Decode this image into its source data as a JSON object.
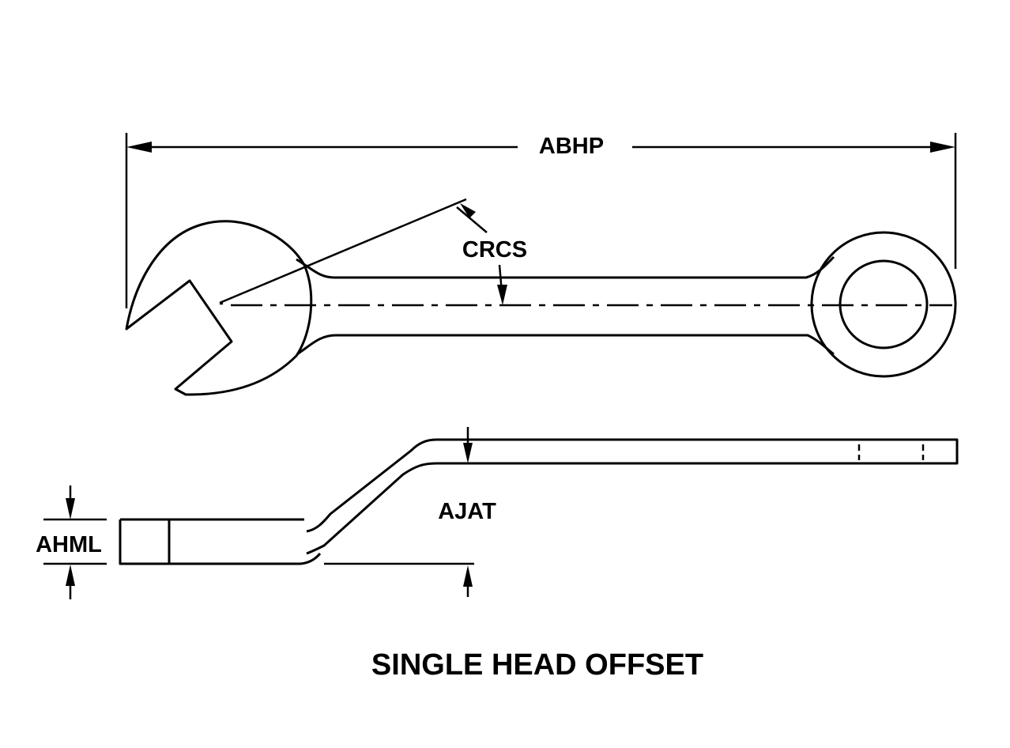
{
  "diagram": {
    "title": "SINGLE HEAD OFFSET",
    "labels": {
      "overall_length": "ABHP",
      "head_angle": "CRCS",
      "offset": "AJAT",
      "head_thickness": "AHML"
    },
    "views": [
      "top-view",
      "side-view"
    ],
    "line_color": "#000000",
    "background": "#ffffff"
  }
}
